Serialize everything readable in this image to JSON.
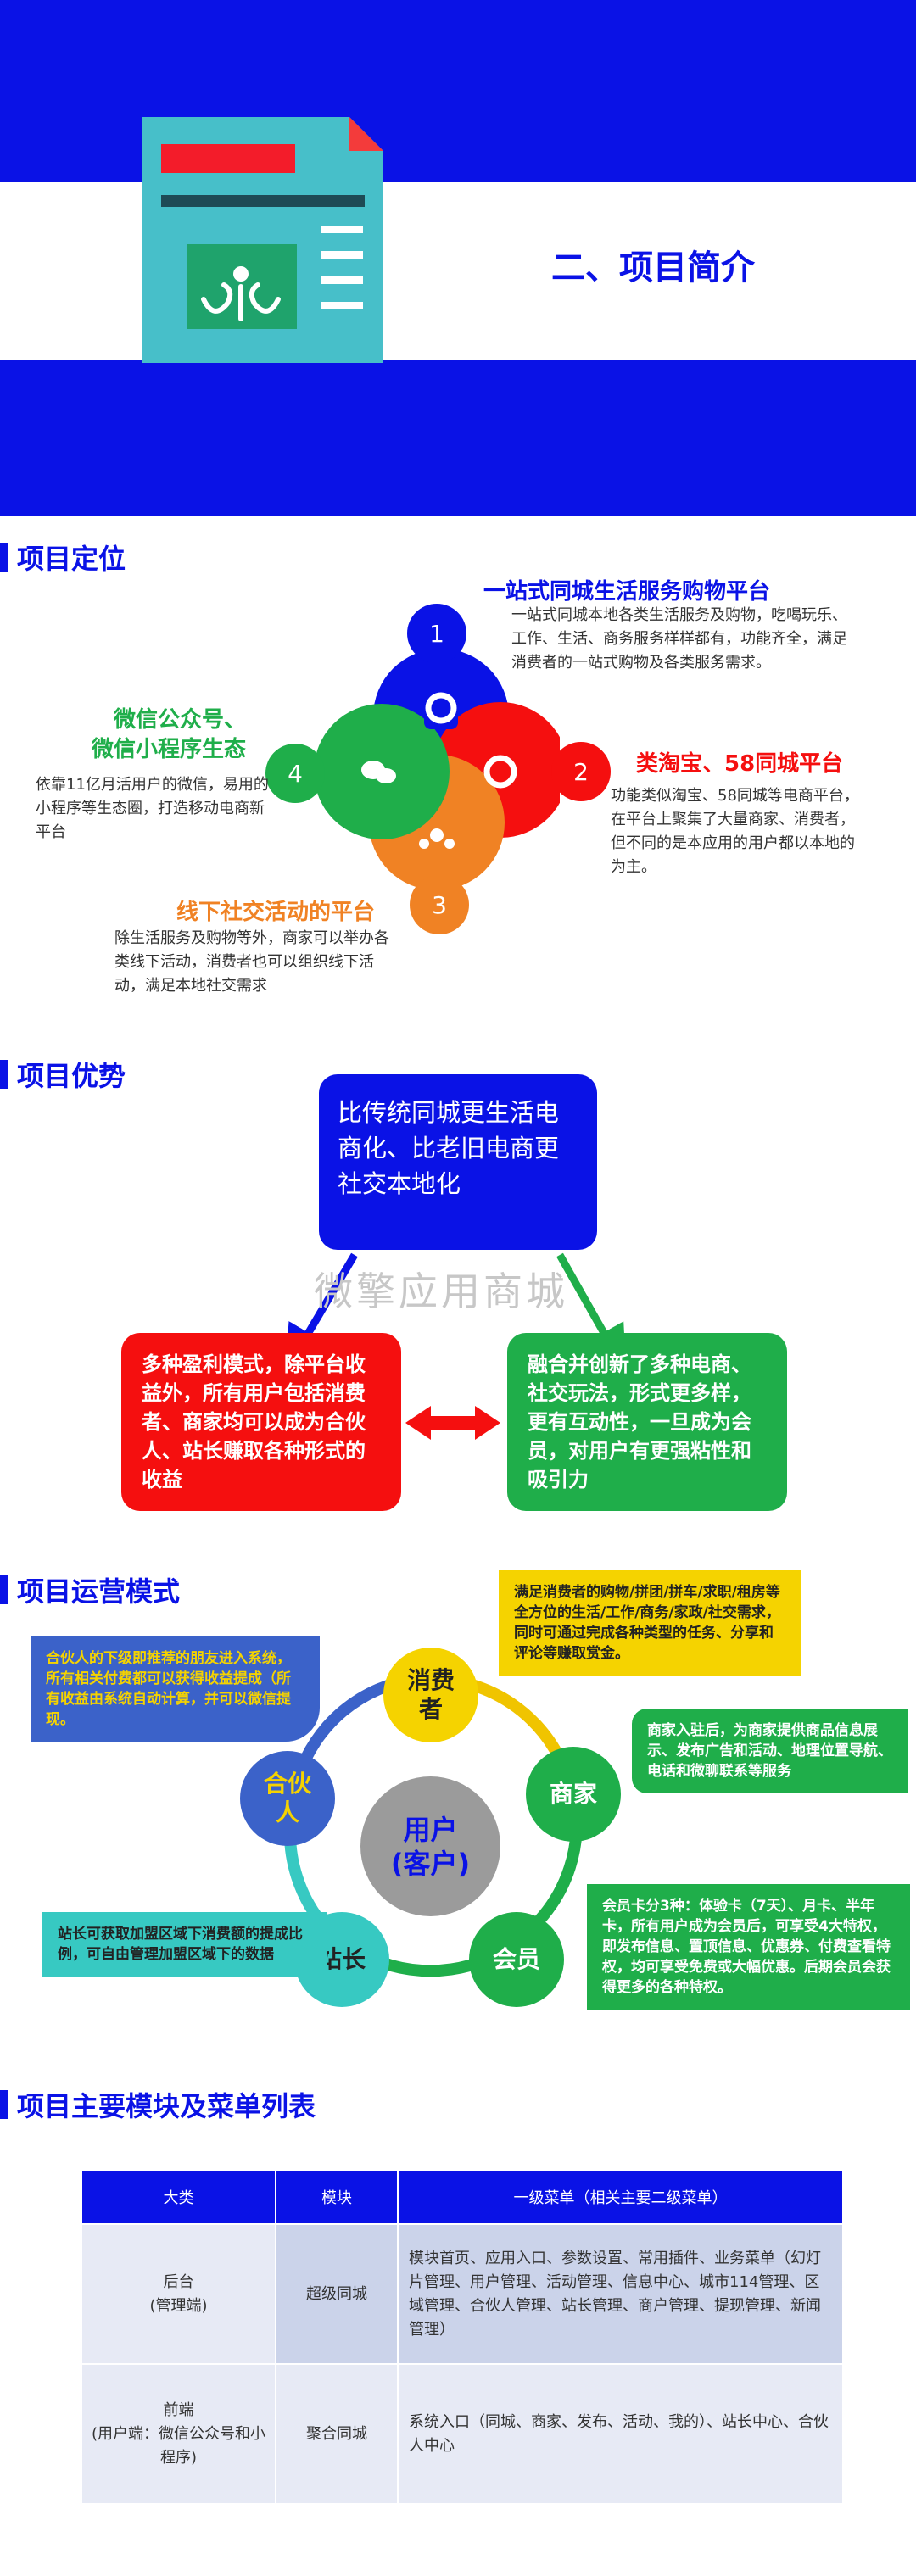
{
  "header": {
    "title": "二、项目简介"
  },
  "section1": {
    "title": "项目定位",
    "items": [
      {
        "num": "1",
        "heading": "一站式同城生活服务购物平台",
        "text": "一站式同城本地各类生活服务及购物，吃喝玩乐、工作、生活、商务服务样样都有，功能齐全，满足消费者的一站式购物及各类服务需求。"
      },
      {
        "num": "2",
        "heading": "类淘宝、58同城平台",
        "text": "功能类似淘宝、58同城等电商平台，在平台上聚集了大量商家、消费者，但不同的是本应用的用户都以本地的为主。"
      },
      {
        "num": "3",
        "heading": "线下社交活动的平台",
        "text": "除生活服务及购物等外，商家可以举办各类线下活动，消费者也可以组织线下活动，满足本地社交需求"
      },
      {
        "num": "4",
        "heading_line1": "微信公众号、",
        "heading_line2": "微信小程序生态",
        "text": "依靠11亿月活用户的微信，易用的小程序等生态圈，打造移动电商新平台"
      }
    ]
  },
  "section2": {
    "title": "项目优势",
    "top": "比传统同城更生活电商化、比老旧电商更社交本地化",
    "watermark": "微擎应用商城",
    "left": "多种盈利模式，除平台收益外，所有用户包括消费者、商家均可以成为合伙人、站长赚取各种形式的收益",
    "right": "融合并创新了多种电商、社交玩法，形式更多样，更有互动性，一旦成为会员，对用户有更强粘性和吸引力"
  },
  "section3": {
    "title": "项目运营模式",
    "center": "用户\n(客户)",
    "nodes": {
      "consumer": "消费\n者",
      "merchant": "商家",
      "member": "会员",
      "station": "站长",
      "partner": "合伙\n人"
    },
    "notes": {
      "consumer": "满足消费者的购物/拼团/拼车/求职/租房等全方位的生活/工作/商务/家政/社交需求，同时可通过完成各种类型的任务、分享和评论等赚取赏金。",
      "merchant": "商家入驻后，为商家提供商品信息展示、发布广告和活动、地理位置导航、电话和微聊联系等服务",
      "member": "会员卡分3种：体验卡（7天）、月卡、半年卡，所有用户成为会员后，可享受4大特权，即发布信息、置顶信息、优惠券、付费查看特权，均可享受免费或大幅优惠。后期会员会获得更多的各种特权。",
      "station": "站长可获取加盟区域下消费额的提成比例，可自由管理加盟区域下的数据",
      "partner": "合伙人的下级即推荐的朋友进入系统，所有相关付费都可以获得收益提成（所有收益由系统自动计算，并可以微信提现。"
    }
  },
  "section4": {
    "title": "项目主要模块及菜单列表",
    "headers": [
      "大类",
      "模块",
      "一级菜单（相关主要二级菜单）"
    ],
    "rows": [
      {
        "cat1": "后台",
        "cat2": "(管理端)",
        "module": "超级同城",
        "menu": "模块首页、应用入口、参数设置、常用插件、业务菜单（幻灯片管理、用户管理、活动管理、信息中心、城市114管理、区域管理、合伙人管理、站长管理、商户管理、提现管理、新闻管理）"
      },
      {
        "cat1": "前端",
        "cat2": "(用户端：微信公众号和小程序)",
        "module": "聚合同城",
        "menu": "系统入口（同城、商家、发布、活动、我的）、站长中心、合伙人中心"
      }
    ]
  },
  "colors": {
    "brand_blue": "#0a12e6",
    "red": "#f50f0f",
    "green": "#1fae4a",
    "orange": "#f08224"
  }
}
